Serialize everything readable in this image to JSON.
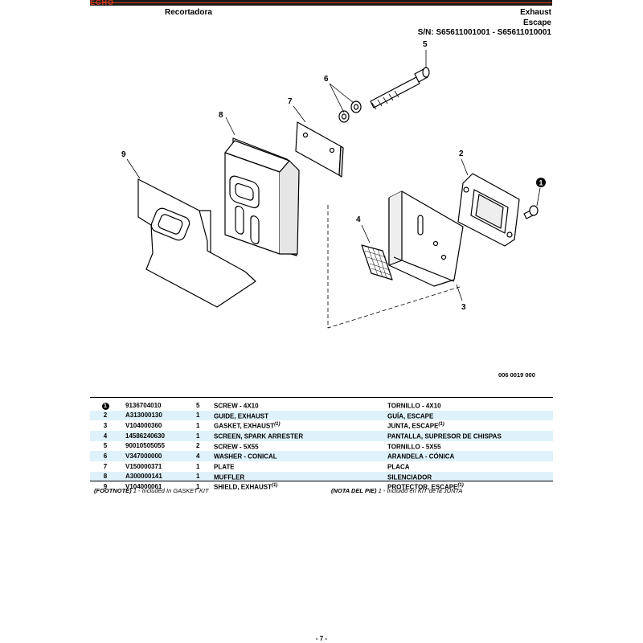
{
  "header": {
    "brand": "ECHO",
    "model": "Recortadora",
    "section_en": "Exhaust",
    "section_es": "Escape",
    "serial": "S/N: S65611001001 - S65611010001"
  },
  "diagram": {
    "callouts": [
      "1",
      "2",
      "3",
      "4",
      "5",
      "6",
      "7",
      "8",
      "9"
    ],
    "figure_number": "006 0019 000"
  },
  "parts": {
    "rows": [
      {
        "ref": "1",
        "part": "9136704010",
        "qty": "5",
        "desc_en": "SCREW - 4X10",
        "desc_en_fn": "",
        "desc_es": "TORNILLO - 4X10",
        "desc_es_fn": "",
        "circled": true
      },
      {
        "ref": "2",
        "part": "A313000130",
        "qty": "1",
        "desc_en": "GUIDE, EXHAUST",
        "desc_en_fn": "",
        "desc_es": "GUÍA, ESCAPE",
        "desc_es_fn": "",
        "circled": false
      },
      {
        "ref": "3",
        "part": "V104000360",
        "qty": "1",
        "desc_en": "GASKET, EXHAUST",
        "desc_en_fn": "(1)",
        "desc_es": "JUNTA, ESCAPE",
        "desc_es_fn": "(1)",
        "circled": false
      },
      {
        "ref": "4",
        "part": "14586240630",
        "qty": "1",
        "desc_en": "SCREEN, SPARK ARRESTER",
        "desc_en_fn": "",
        "desc_es": "PANTALLA, SUPRESOR DE CHISPAS",
        "desc_es_fn": "",
        "circled": false
      },
      {
        "ref": "5",
        "part": "90010505055",
        "qty": "2",
        "desc_en": "SCREW - 5X55",
        "desc_en_fn": "",
        "desc_es": "TORNILLO - 5X55",
        "desc_es_fn": "",
        "circled": false
      },
      {
        "ref": "6",
        "part": "V347000000",
        "qty": "4",
        "desc_en": "WASHER - CONICAL",
        "desc_en_fn": "",
        "desc_es": "ARANDELA - CÓNICA",
        "desc_es_fn": "",
        "circled": false
      },
      {
        "ref": "7",
        "part": "V150000371",
        "qty": "1",
        "desc_en": "PLATE",
        "desc_en_fn": "",
        "desc_es": "PLACA",
        "desc_es_fn": "",
        "circled": false
      },
      {
        "ref": "8",
        "part": "A300000141",
        "qty": "1",
        "desc_en": "MUFFLER",
        "desc_en_fn": "",
        "desc_es": "SILENCIADOR",
        "desc_es_fn": "",
        "circled": false
      },
      {
        "ref": "9",
        "part": "V104000061",
        "qty": "1",
        "desc_en": "SHIELD, EXHAUST",
        "desc_en_fn": "(1)",
        "desc_es": "PROTECTOR, ESCAPE",
        "desc_es_fn": "(1)",
        "circled": false
      }
    ]
  },
  "footnotes": {
    "en_label": "(FOOTNOTE)",
    "en_num": "1",
    "en_text": " - Included In GASKET KIT",
    "es_label": "(NOTA DEL PIE)",
    "es_num": "1",
    "es_text": " - Incluido en KIT de la JUNTA"
  },
  "page_number": "- 7 -"
}
